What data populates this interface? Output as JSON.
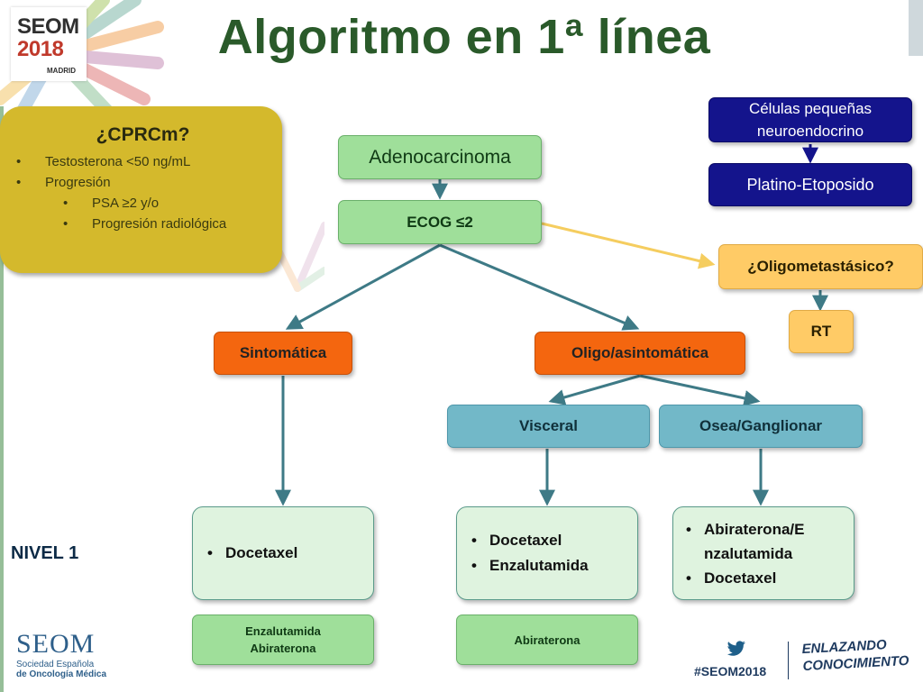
{
  "slide": {
    "title": "Algoritmo en 1ª línea",
    "level_label": "NIVEL 1"
  },
  "logo": {
    "line1": "SEOM",
    "line2": "2018",
    "line3": "MADRID"
  },
  "cprc": {
    "title": "¿CPRCm?",
    "items": [
      "Testosterona <50 ng/mL",
      "Progresión"
    ],
    "subitems": [
      "PSA ≥2 y/o",
      "Progresión radiológica"
    ]
  },
  "nodes": {
    "adenocarcinoma": "Adenocarcinoma",
    "ecog": "ECOG ≤2",
    "small_cell_line1": "Células pequeñas",
    "small_cell_line2": "neuroendocrino",
    "platino": "Platino-Etoposido",
    "oligomet": "¿Oligometastásico?",
    "rt": "RT",
    "sintomatica": "Sintomática",
    "oligo_asint": "Oligo/asintomática",
    "visceral": "Visceral",
    "osea": "Osea/Ganglionar"
  },
  "treatments": {
    "sintomatica": [
      "Docetaxel"
    ],
    "visceral": [
      "Docetaxel",
      "Enzalutamida"
    ],
    "osea": [
      "Abiraterona/E nzalutamida",
      "Docetaxel"
    ]
  },
  "alternatives": {
    "sintomatica_line1": "Enzalutamida",
    "sintomatica_line2": "Abiraterona",
    "visceral": "Abiraterona"
  },
  "footer": {
    "seom": "SEOM",
    "seom_line1": "Sociedad Española",
    "seom_line2": "de Oncología Médica",
    "hashtag": "#SEOM2018",
    "slogan_line1": "ENLAZANDO",
    "slogan_line2": "CONOCIMIENTO"
  },
  "colors": {
    "green_box": "#9fdf9a",
    "orange_box": "#f4660f",
    "blue_box": "#72b8c8",
    "navy_box": "#14148c",
    "amber_box": "#ffcb66",
    "gold_box": "#d4b92c",
    "connector": "#3e7a86",
    "yellow_connector": "#f5cd5f"
  }
}
